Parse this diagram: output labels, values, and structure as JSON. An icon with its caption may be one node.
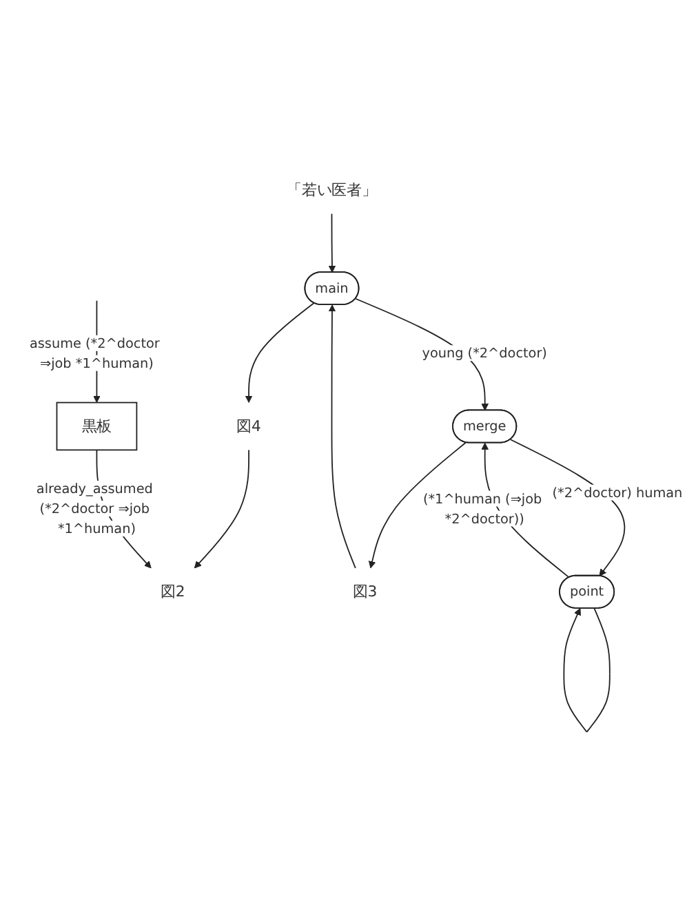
{
  "diagram": {
    "nodes": [
      {
        "text": [
          "「若い医者」"
        ]
      },
      {
        "text": [
          "図2"
        ]
      },
      {
        "text": [
          "図4"
        ]
      },
      {
        "text": [
          "main"
        ]
      },
      {
        "text": [
          "図3"
        ]
      },
      {
        "text": [
          "merge"
        ]
      },
      {
        "text": [
          "point"
        ]
      },
      {
        "text": [
          "黒板"
        ]
      }
    ],
    "edges": [
      {
        "from": 0,
        "to": 3,
        "arrow": "to"
      },
      {
        "from": 2,
        "to": 1,
        "arrow": "to"
      },
      {
        "from": 3,
        "to": 2,
        "arrow": "to"
      },
      {
        "from": 4,
        "to": 3,
        "arrow": "to"
      },
      {
        "from": 5,
        "to": 4,
        "arrow": "to"
      },
      {
        "from": 3,
        "to": 5,
        "arrow": "to",
        "label": "young (*2^doctor)"
      },
      {
        "from": 5,
        "to": 6,
        "arrow": "to",
        "label": "(*2^doctor) human"
      },
      {
        "from": 6,
        "to": 5,
        "arrow": "to",
        "label": "(*1^human (⇒job *2^doctor))"
      },
      {
        "from": 6,
        "to": 6,
        "arrow": "to"
      },
      {
        "from": 7,
        "to": 1,
        "arrow": "to",
        "label": "already_assumed (*2^doctor ⇒job *1^human)"
      },
      {
        "from": null,
        "to": 7,
        "arrow": "to",
        "label": "assume (*2^doctor ⇒job *1^human)"
      }
    ]
  }
}
